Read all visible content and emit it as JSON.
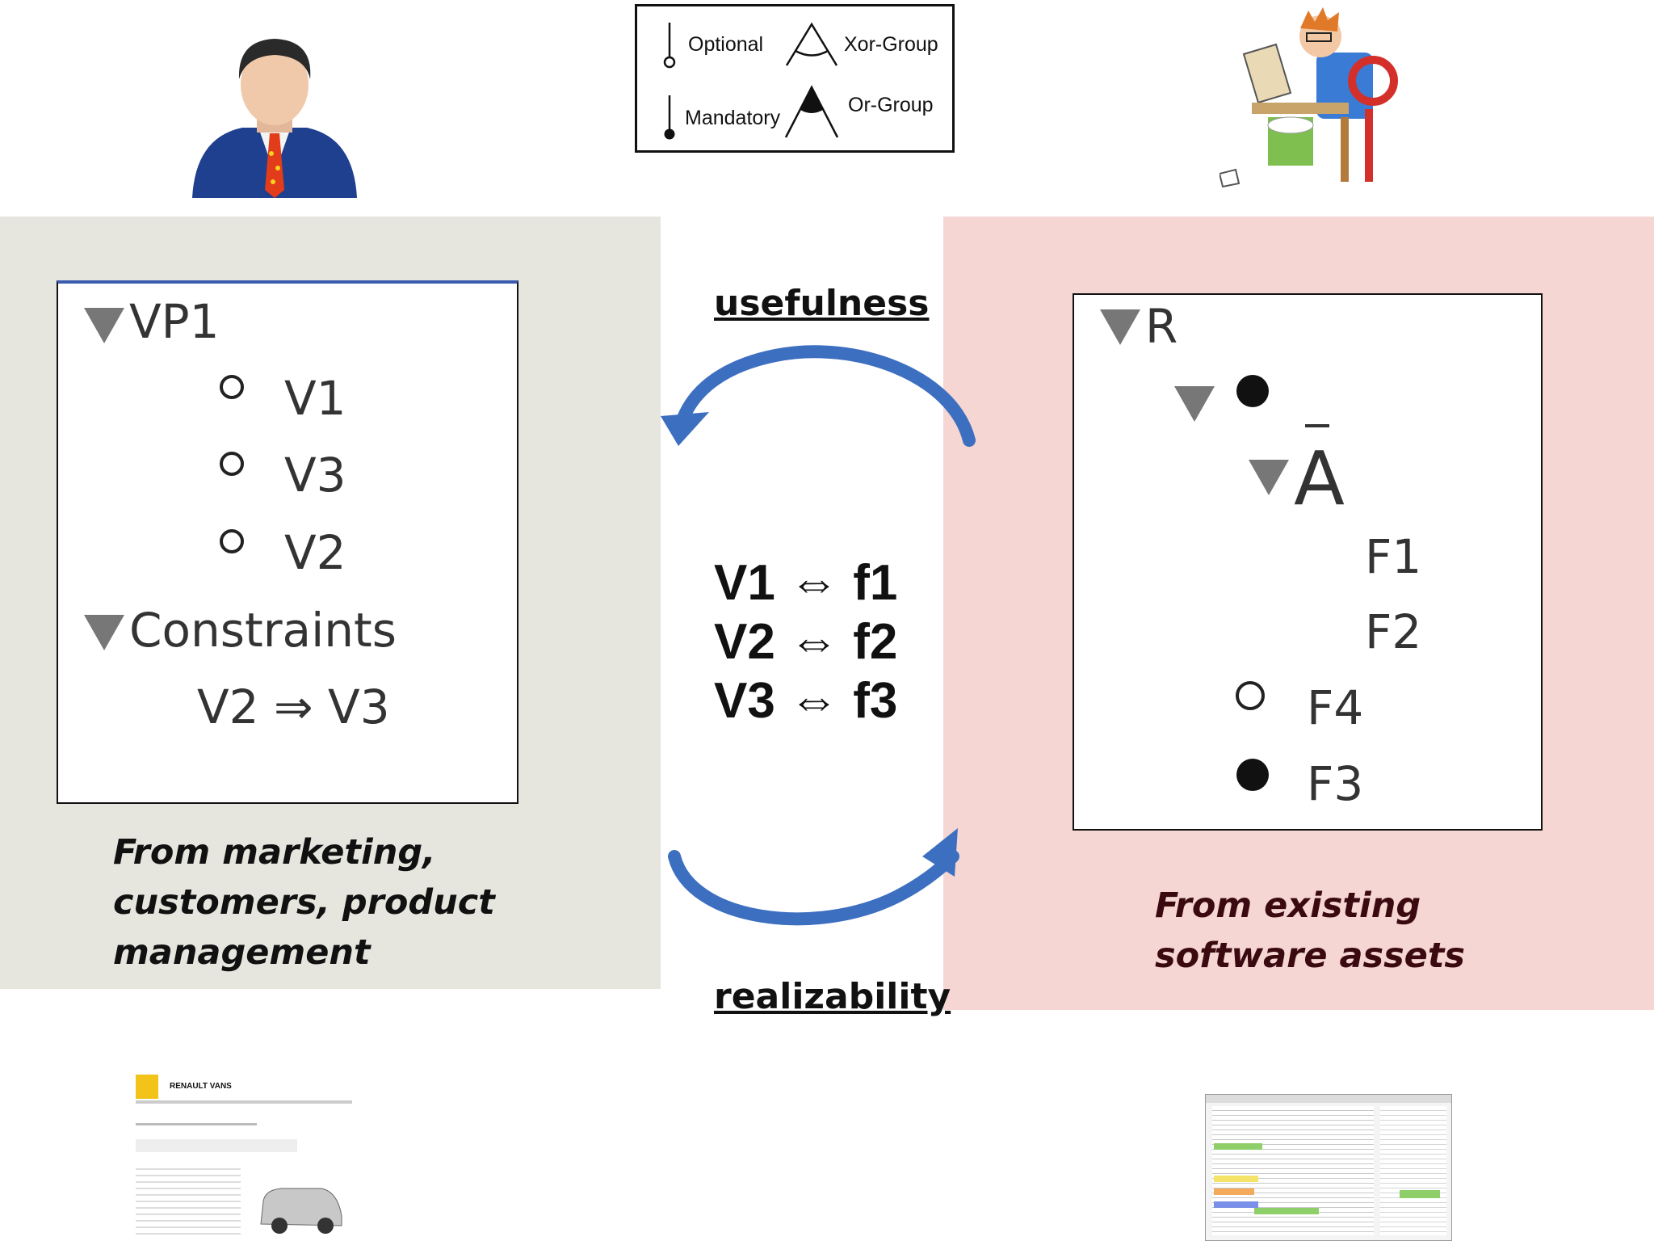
{
  "legend": {
    "optional": "Optional",
    "mandatory": "Mandatory",
    "xor_group": "Xor-Group",
    "or_group": "Or-Group"
  },
  "left_tree": {
    "root": "VP1",
    "items": [
      "V1",
      "V3",
      "V2"
    ],
    "constraints_label": "Constraints",
    "constraint": "V2 ⇒ V3"
  },
  "right_tree": {
    "root": "R",
    "group": "A",
    "group_children": [
      "F1",
      "F2"
    ],
    "optional_feature": "F4",
    "mandatory_feature": "F3"
  },
  "arrows": {
    "top_label": "usefulness",
    "bottom_label": "realizability"
  },
  "mappings": [
    "V1 ⇔ f1",
    "V2 ⇔ f2",
    "V3 ⇔ f3"
  ],
  "captions": {
    "left": [
      "From marketing,",
      "customers, product",
      "management"
    ],
    "right": [
      "From existing",
      "software assets"
    ]
  },
  "thumbnails": {
    "left_brand": "RENAULT VANS"
  },
  "colors": {
    "left_panel": "#e6e6df",
    "right_panel": "#f5d6d3",
    "arrow": "#3d6fc0",
    "right_caption": "#3a0a10"
  }
}
